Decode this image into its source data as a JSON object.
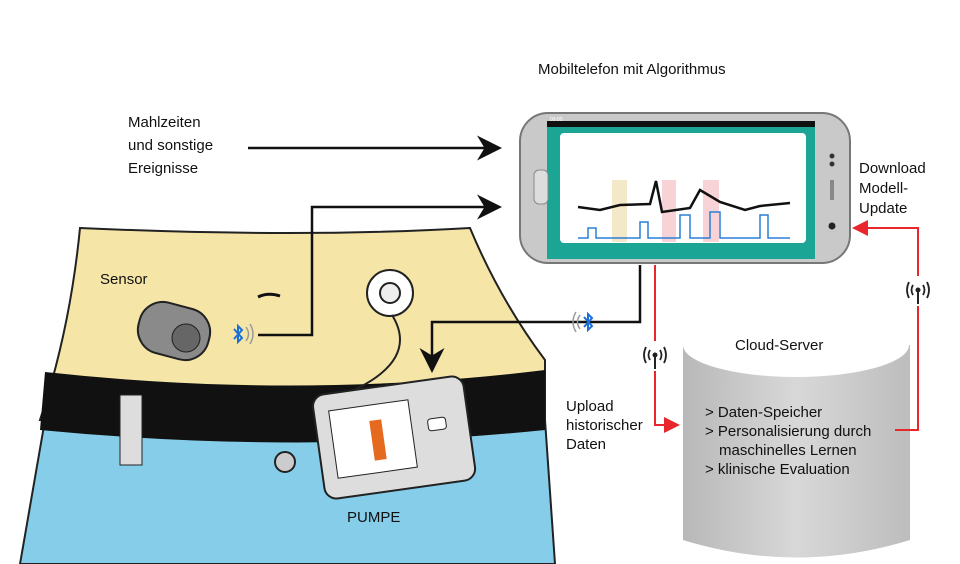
{
  "title": "Mobiltelefon mit Algorithmus",
  "inputs_label": [
    "Mahlzeiten",
    "und sonstige",
    "Ereignisse"
  ],
  "sensor_label": "Sensor",
  "pump_label": "PUMPE",
  "download_label": [
    "Download",
    "Modell-",
    "Update"
  ],
  "upload_label": [
    "Upload",
    "historischer",
    "Daten"
  ],
  "cloud": {
    "title": "Cloud-Server",
    "items": [
      "> Daten-Speicher",
      "> Personalisierung durch",
      "maschinelles Lernen",
      "> klinische Evaluation"
    ]
  },
  "phone": {
    "status_time": "09:00"
  },
  "colors": {
    "skin": "#f5e6a8",
    "jeans": "#86cdea",
    "teal": "#1aa595",
    "red_link": "#e8262b",
    "cloud": "#c9c9c9"
  },
  "icons": [
    "bluetooth-icon",
    "antenna-icon",
    "arrow-icon"
  ]
}
